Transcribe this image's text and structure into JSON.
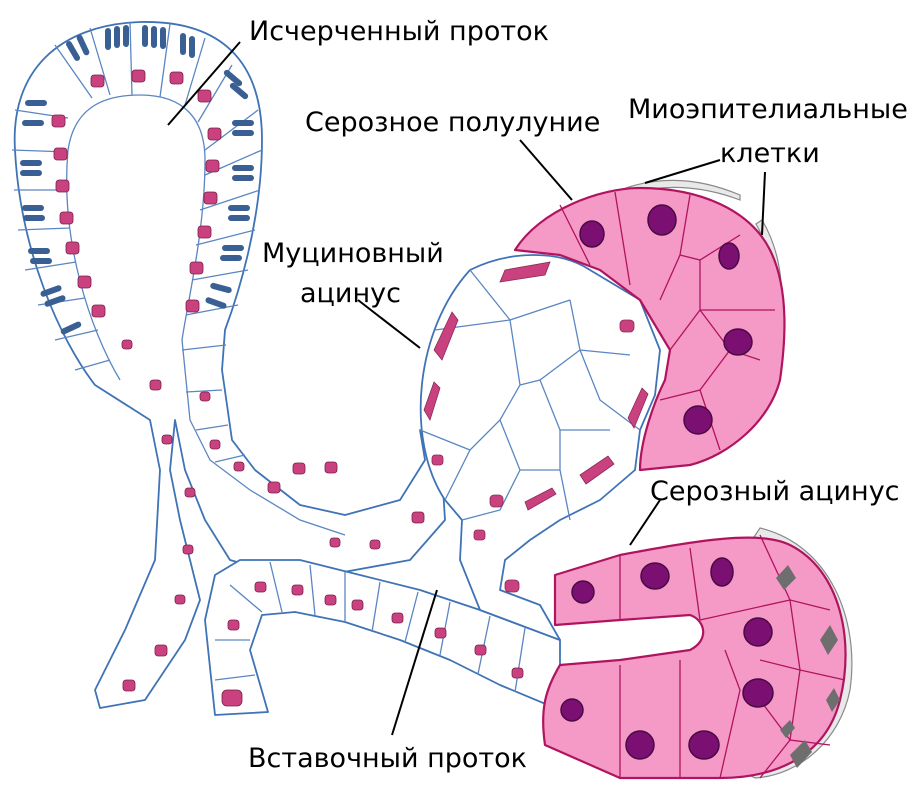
{
  "labels": {
    "striated_duct": "Исчерченный проток",
    "serous_demilune": "Серозное полулуние",
    "myoepithelial_line1": "Миоэпителиальные",
    "myoepithelial_line2": "клетки",
    "mucous_acinus_line1": "Муциновный",
    "mucous_acinus_line2": "ацинус",
    "serous_acinus": "Серозный ацинус",
    "intercalated_duct": "Вставочный проток"
  },
  "colors": {
    "duct_outline": "#3f73b6",
    "nucleus_magenta": "#c9427f",
    "serous_cell_pink": "#f59ac6",
    "serous_nucleus_purple": "#7b0f72",
    "striation_blue": "#3a5f93",
    "myoepithelial_gray": "#e9e9e9"
  }
}
